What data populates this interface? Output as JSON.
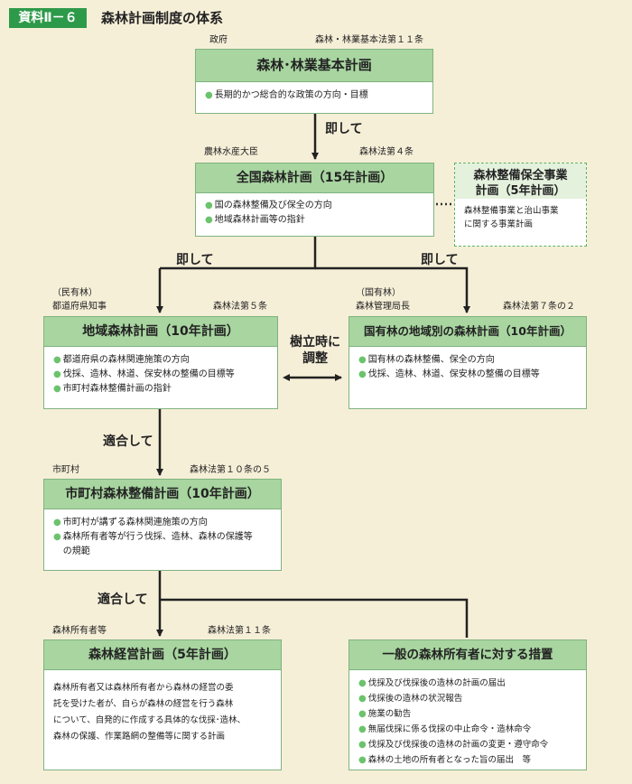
{
  "page": {
    "tag": "資料Ⅱ－６",
    "title": "森林計画制度の体系"
  },
  "labels": {
    "gov": "政府",
    "basic_law": "森林・林業基本法第１１条",
    "minister": "農林水産大臣",
    "forest_law4": "森林法第４条",
    "private": "（民有林）",
    "governor": "都道府県知事",
    "forest_law5": "森林法第５条",
    "national": "（国有林）",
    "bureau": "森林管理局長",
    "forest_law7": "森林法第７条の２",
    "municipality": "市町村",
    "forest_law10": "森林法第１０条の５",
    "owners": "森林所有者等",
    "forest_law11": "森林法第１１条"
  },
  "connectors": {
    "c1": "即して",
    "c2": "即して",
    "c3": "即して",
    "c4": "樹立時に\n調整",
    "c5": "適合して",
    "c6": "適合して"
  },
  "boxes": {
    "basic": {
      "title": "森林･林業基本計画",
      "items": [
        "長期的かつ総合的な政策の方向・目標"
      ]
    },
    "national_plan": {
      "title": "全国森林計画（15年計画）",
      "items": [
        "国の森林整備及び保全の方向",
        "地域森林計画等の指針"
      ]
    },
    "project": {
      "title": "森林整備保全事業\n計画（5年計画）",
      "body": "森林整備事業と治山事業\nに関する事業計画"
    },
    "regional": {
      "title": "地域森林計画（10年計画）",
      "items": [
        "都道府県の森林関連施策の方向",
        "伐採、造林、林道、保安林の整備の目標等",
        "市町村森林整備計画の指針"
      ]
    },
    "national_forest": {
      "title": "国有林の地域別の森林計画（10年計画）",
      "items": [
        "国有林の森林整備、保全の方向",
        "伐採、造林、林道、保安林の整備の目標等"
      ]
    },
    "municipal": {
      "title": "市町村森林整備計画（10年計画）",
      "items": [
        "市町村が講ずる森林関連施策の方向",
        "森林所有者等が行う伐採、造林、森林の保護等\nの規範"
      ]
    },
    "management": {
      "title": "森林経営計画（5年計画）",
      "body": "森林所有者又は森林所有者から森林の経営の委\n託を受けた者が、自らが森林の経営を行う森林\nについて、自発的に作成する具体的な伐採･造林、\n森林の保護、作業路網の整備等に関する計画"
    },
    "general": {
      "title": "一般の森林所有者に対する措置",
      "items": [
        "伐採及び伐採後の造林の計画の届出",
        "伐採後の造林の状況報告",
        "施業の勧告",
        "無届伐採に係る伐採の中止命令・造林命令",
        "伐採及び伐採後の造林の計画の変更・遵守命令",
        "森林の土地の所有者となった旨の届出　等"
      ]
    }
  },
  "colors": {
    "tag": "#2d9a49",
    "header": "#a8d5a0",
    "border": "#7fb37f",
    "bullet": "#6cc36c",
    "background": "#f6efd8"
  }
}
